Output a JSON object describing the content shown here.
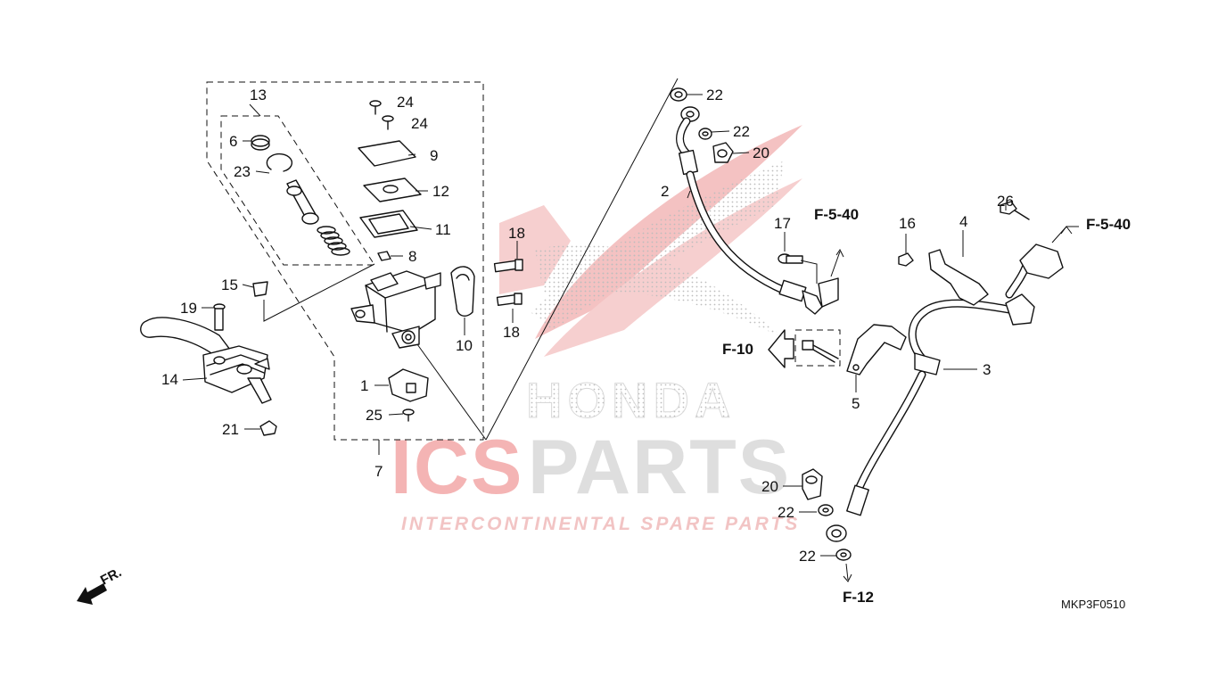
{
  "diagram_code": "MKP3F0510",
  "direction_label": "FR.",
  "watermark": {
    "brand": "HONDA",
    "company_primary": "ICS",
    "company_secondary": "PARTS",
    "tagline": "INTERCONTINENTAL SPARE PARTS",
    "colors": {
      "red": "#f0a8a8",
      "gray": "#dcdcdc"
    }
  },
  "references": {
    "f540_center": "F-5-40",
    "f540_right": "F-5-40",
    "f10": "F-10",
    "f12": "F-12"
  },
  "callouts": {
    "c1": "1",
    "c2": "2",
    "c3": "3",
    "c4": "4",
    "c5": "5",
    "c6": "6",
    "c7": "7",
    "c8": "8",
    "c9": "9",
    "c10": "10",
    "c11": "11",
    "c12": "12",
    "c13": "13",
    "c14": "14",
    "c15": "15",
    "c16": "16",
    "c17": "17",
    "c18a": "18",
    "c18b": "18",
    "c19": "19",
    "c20a": "20",
    "c20b": "20",
    "c21": "21",
    "c22a": "22",
    "c22b": "22",
    "c22c": "22",
    "c22d": "22",
    "c23": "23",
    "c24a": "24",
    "c24b": "24",
    "c25": "25",
    "c26": "26"
  }
}
